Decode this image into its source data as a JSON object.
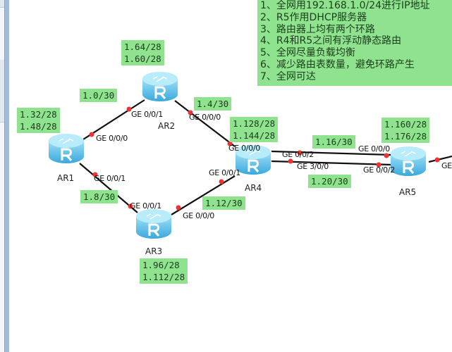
{
  "requirements": [
    "1、全网用192.168.1.0/24进行IP地址",
    "2、R5作用DHCP服务器",
    "3、路由器上均有两个环路",
    "4、R4和R5之间有浮动静态路由",
    "5、全网尽量负载均衡",
    "6、减少路由表数量，避免环路产生",
    "7、全网可达"
  ],
  "routers": {
    "ar1": "AR1",
    "ar2": "AR2",
    "ar3": "AR3",
    "ar4": "AR4",
    "ar5": "AR5"
  },
  "router_icon_letter": "R",
  "notes": {
    "ar1_nets": "1.32/28\n1.48/28",
    "ar2_nets": "1.64/28\n1.60/28",
    "ar3_nets": "1.96/28\n1.112/28",
    "ar4_nets": "1.128/28\n1.144/28",
    "ar5_nets": "1.160/28\n1.176/28",
    "link_ar1_ar2": "1.0/30",
    "link_ar2_ar4": "1.4/30",
    "link_ar1_ar3": "1.8/30",
    "link_ar3_ar4": "1.12/30",
    "link_ar4_ar5_a": "1.16/30",
    "link_ar4_ar5_b": "1.20/30"
  },
  "ports": {
    "ar1_g0": "GE 0/0/0",
    "ar1_g1": "GE 0/0/1",
    "ar2_g1": "GE 0/0/1",
    "ar2_g0": "GE 0/0/0",
    "ar3_g1": "GE 0/0/1",
    "ar3_g0": "GE 0/0/0",
    "ar4_g0": "GE 0/0/0",
    "ar4_g1": "GE 0/0/1",
    "ar4_g2": "GE 0/0/2",
    "ar4_g3": "GE 3/0/0",
    "ar5_g0": "GE 0/0/0",
    "ar5_g2": "GE 0/0/2",
    "ar5_right": "GE"
  },
  "colors": {
    "note_bg": "#8fe38f",
    "port_dot": "#ee3333",
    "router": "#5fc3ea"
  }
}
